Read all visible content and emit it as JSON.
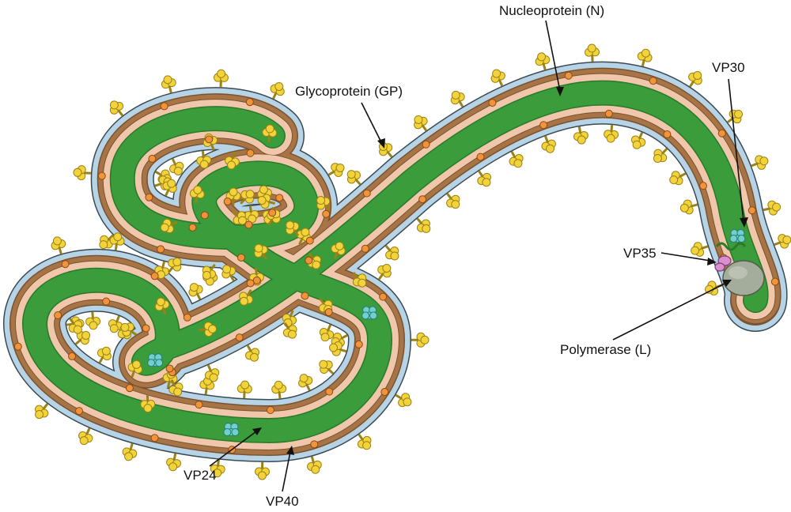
{
  "labels": {
    "nucleoprotein": "Nucleoprotein (N)",
    "glycoprotein": "Glycoprotein (GP)",
    "vp30": "VP30",
    "vp35": "VP35",
    "polymerase": "Polymerase (L)",
    "vp24": "VP24",
    "vp40": "VP40"
  },
  "colors": {
    "envelope": "#b6d4e6",
    "envelope_stroke": "#3a4a55",
    "matrix": "#7a5232",
    "matrix_fill": "#a77545",
    "interior": "#f1c7ab",
    "nucleocapsid": "#3a9c3a",
    "nucleocapsid_dark": "#2a7a2a",
    "glycoprotein": "#f2d33c",
    "glycoprotein_stroke": "#9c8214",
    "vp24": "#f0943c",
    "vp30": "#6fd0cc",
    "vp35": "#d98ed0",
    "polymerase": "#a4ac9c",
    "leader": "#111111"
  }
}
